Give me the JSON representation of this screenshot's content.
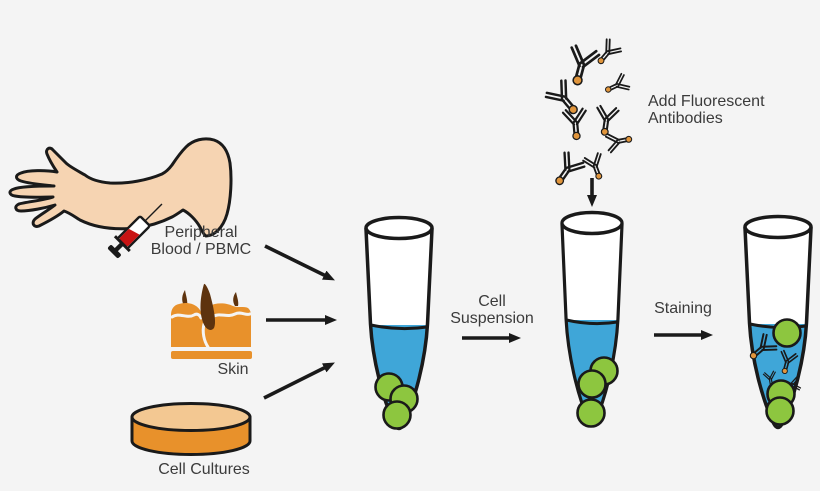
{
  "meta": {
    "description": "Diagram: single-cell suspensions from peripheral blood, skin or cell cultures are stained with fluorescent antibodies"
  },
  "labels": {
    "peripheral_blood": "Peripheral\nBlood / PBMC",
    "skin": "Skin",
    "cell_cultures": "Cell Cultures",
    "cell_suspension": "Cell\nSuspension",
    "add_antibodies": "Add Fluorescent\nAntibodies",
    "staining": "Staining"
  },
  "icons": {
    "arm": "arm-with-syringe-icon",
    "syringe": "syringe-icon",
    "skin": "skin-section-icon",
    "dish": "petri-dish-icon",
    "tube_sample": "sample-tube-icon",
    "tube_suspension": "suspension-tube-icon",
    "tube_stained": "stained-tube-icon",
    "antibody": "antibody-y-icon",
    "cell": "cell-circle-icon",
    "arrow": "flow-arrow-icon"
  },
  "colors": {
    "background": "#f4f4f4",
    "outline": "#1a1a1a",
    "text": "#3b3b3b",
    "skin_flesh": "#f6d4b2",
    "organ_orange": "#e8912b",
    "dish_top": "#f3c892",
    "hair_brown": "#5e330e",
    "blood_red": "#c81414",
    "liquid_blue": "#3fa6d8",
    "cell_green": "#8dc63f",
    "fluorophore_orange": "#e0953c",
    "tube_white": "#ffffff"
  }
}
